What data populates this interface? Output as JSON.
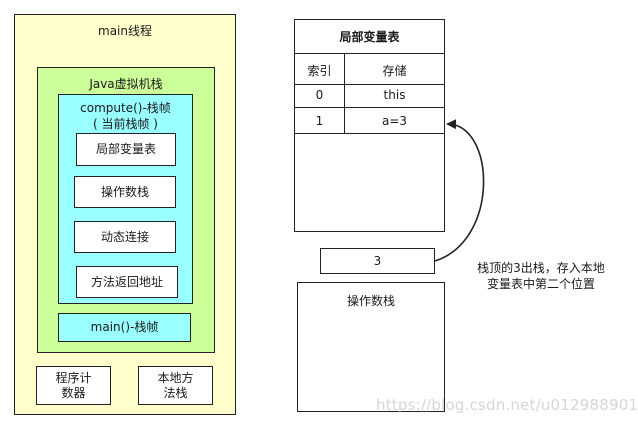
{
  "main_thread": {
    "title": "main线程",
    "jvm_stack": {
      "title": "Java虚拟机栈",
      "compute_frame": {
        "title_line1": "compute()-栈帧",
        "title_line2": "( 当前栈帧 )",
        "items": [
          "局部变量表",
          "操作数栈",
          "动态连接",
          "方法返回地址"
        ]
      },
      "main_frame": "main()-栈帧"
    },
    "pc_register": [
      "程序计",
      "数器"
    ],
    "native_stack": [
      "本地方",
      "法栈"
    ]
  },
  "local_variable_table": {
    "title": "局部变量表",
    "headers": [
      "索引",
      "存储"
    ],
    "rows": [
      {
        "index": "0",
        "value": "this"
      },
      {
        "index": "1",
        "value": "a=3"
      }
    ]
  },
  "popped_value": "3",
  "operand_stack": {
    "title": "操作数栈"
  },
  "note": [
    "栈顶的3出栈，存入本地",
    "变量表中第二个位置"
  ],
  "watermark": "https://blog.csdn.net/u012988901"
}
